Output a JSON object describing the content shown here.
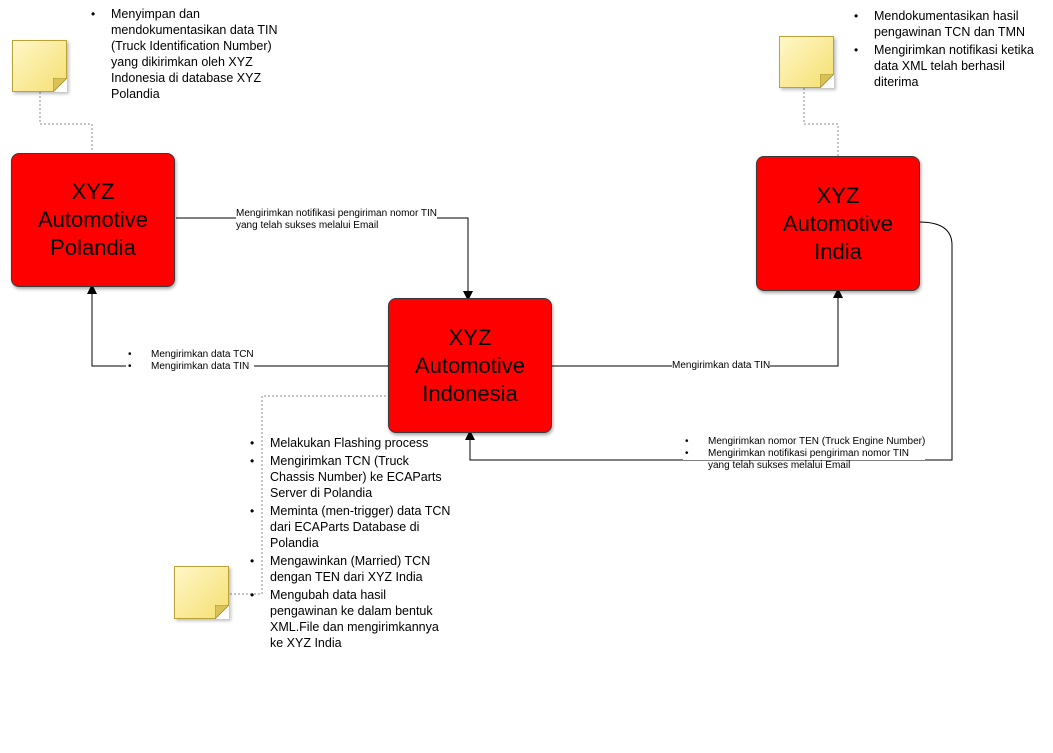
{
  "boxes": {
    "polandia": {
      "lines": [
        "XYZ",
        "Automotive",
        "Polandia"
      ]
    },
    "indonesia": {
      "lines": [
        "XYZ",
        "Automotive",
        "Indonesia"
      ]
    },
    "india": {
      "lines": [
        "XYZ",
        "Automotive",
        "India"
      ]
    }
  },
  "notes": {
    "polandia": {
      "items": [
        "Menyimpan dan mendokumentasikan data TIN (Truck Identification Number) yang dikirimkan oleh XYZ Indonesia di database XYZ Polandia"
      ]
    },
    "india": {
      "items": [
        "Mendokumentasikan hasil pengawinan TCN dan TMN",
        "Mengirimkan notifikasi ketika data XML telah berhasil diterima"
      ]
    },
    "indonesia": {
      "items": [
        "Melakukan Flashing process",
        "Mengirimkan TCN (Truck Chassis Number) ke ECAParts Server di Polandia",
        "Meminta (men-trigger) data TCN dari ECAParts Database di Polandia",
        "Mengawinkan (Married) TCN dengan TEN dari XYZ India",
        "Mengubah data hasil pengawinan ke dalam bentuk XML.File dan mengirimkannya ke XYZ India"
      ]
    }
  },
  "flows": {
    "polandia_to_indonesia": {
      "line1": "Mengirimkan notifikasi pengiriman nomor TIN",
      "line2": "yang telah sukses melalui Email"
    },
    "indonesia_to_polandia": {
      "items": [
        "Mengirimkan data TCN",
        "Mengirimkan data TIN"
      ]
    },
    "indonesia_to_india": {
      "label": "Mengirimkan data TIN"
    },
    "india_to_indonesia": {
      "items": [
        "Mengirimkan nomor TEN (Truck Engine Number)",
        "Mengirimkan notifikasi pengiriman nomor TIN"
      ],
      "continuation": "yang telah sukses melalui Email"
    }
  },
  "colors": {
    "box_fill": "#ff0000",
    "note_fill": "#f5df72",
    "line": "#000000"
  }
}
